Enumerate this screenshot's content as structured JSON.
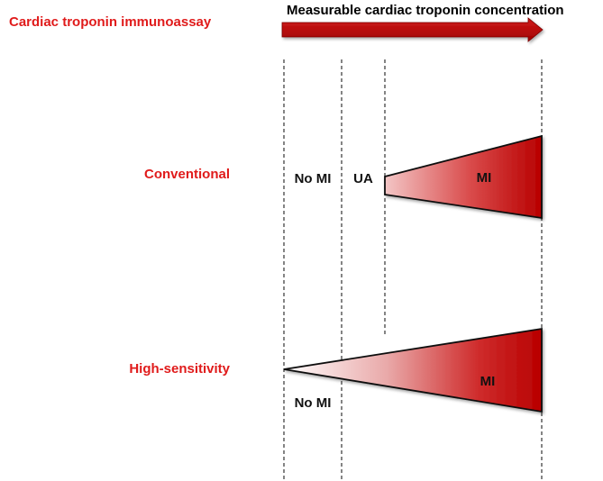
{
  "header": {
    "assay_title": "Cardiac troponin immunoassay",
    "axis_title": "Measurable cardiac troponin concentration"
  },
  "rows": {
    "conventional": {
      "label": "Conventional",
      "zone_no_mi": "No MI",
      "zone_ua": "UA",
      "zone_mi": "MI"
    },
    "high_sensitivity": {
      "label": "High-sensitivity",
      "zone_no_mi": "No MI",
      "zone_mi": "MI"
    }
  },
  "colors": {
    "label_red": "#e01b1b",
    "arrow_red": "#c00000",
    "gradient_light": "#f7d6d6",
    "gradient_dark": "#c00000"
  }
}
